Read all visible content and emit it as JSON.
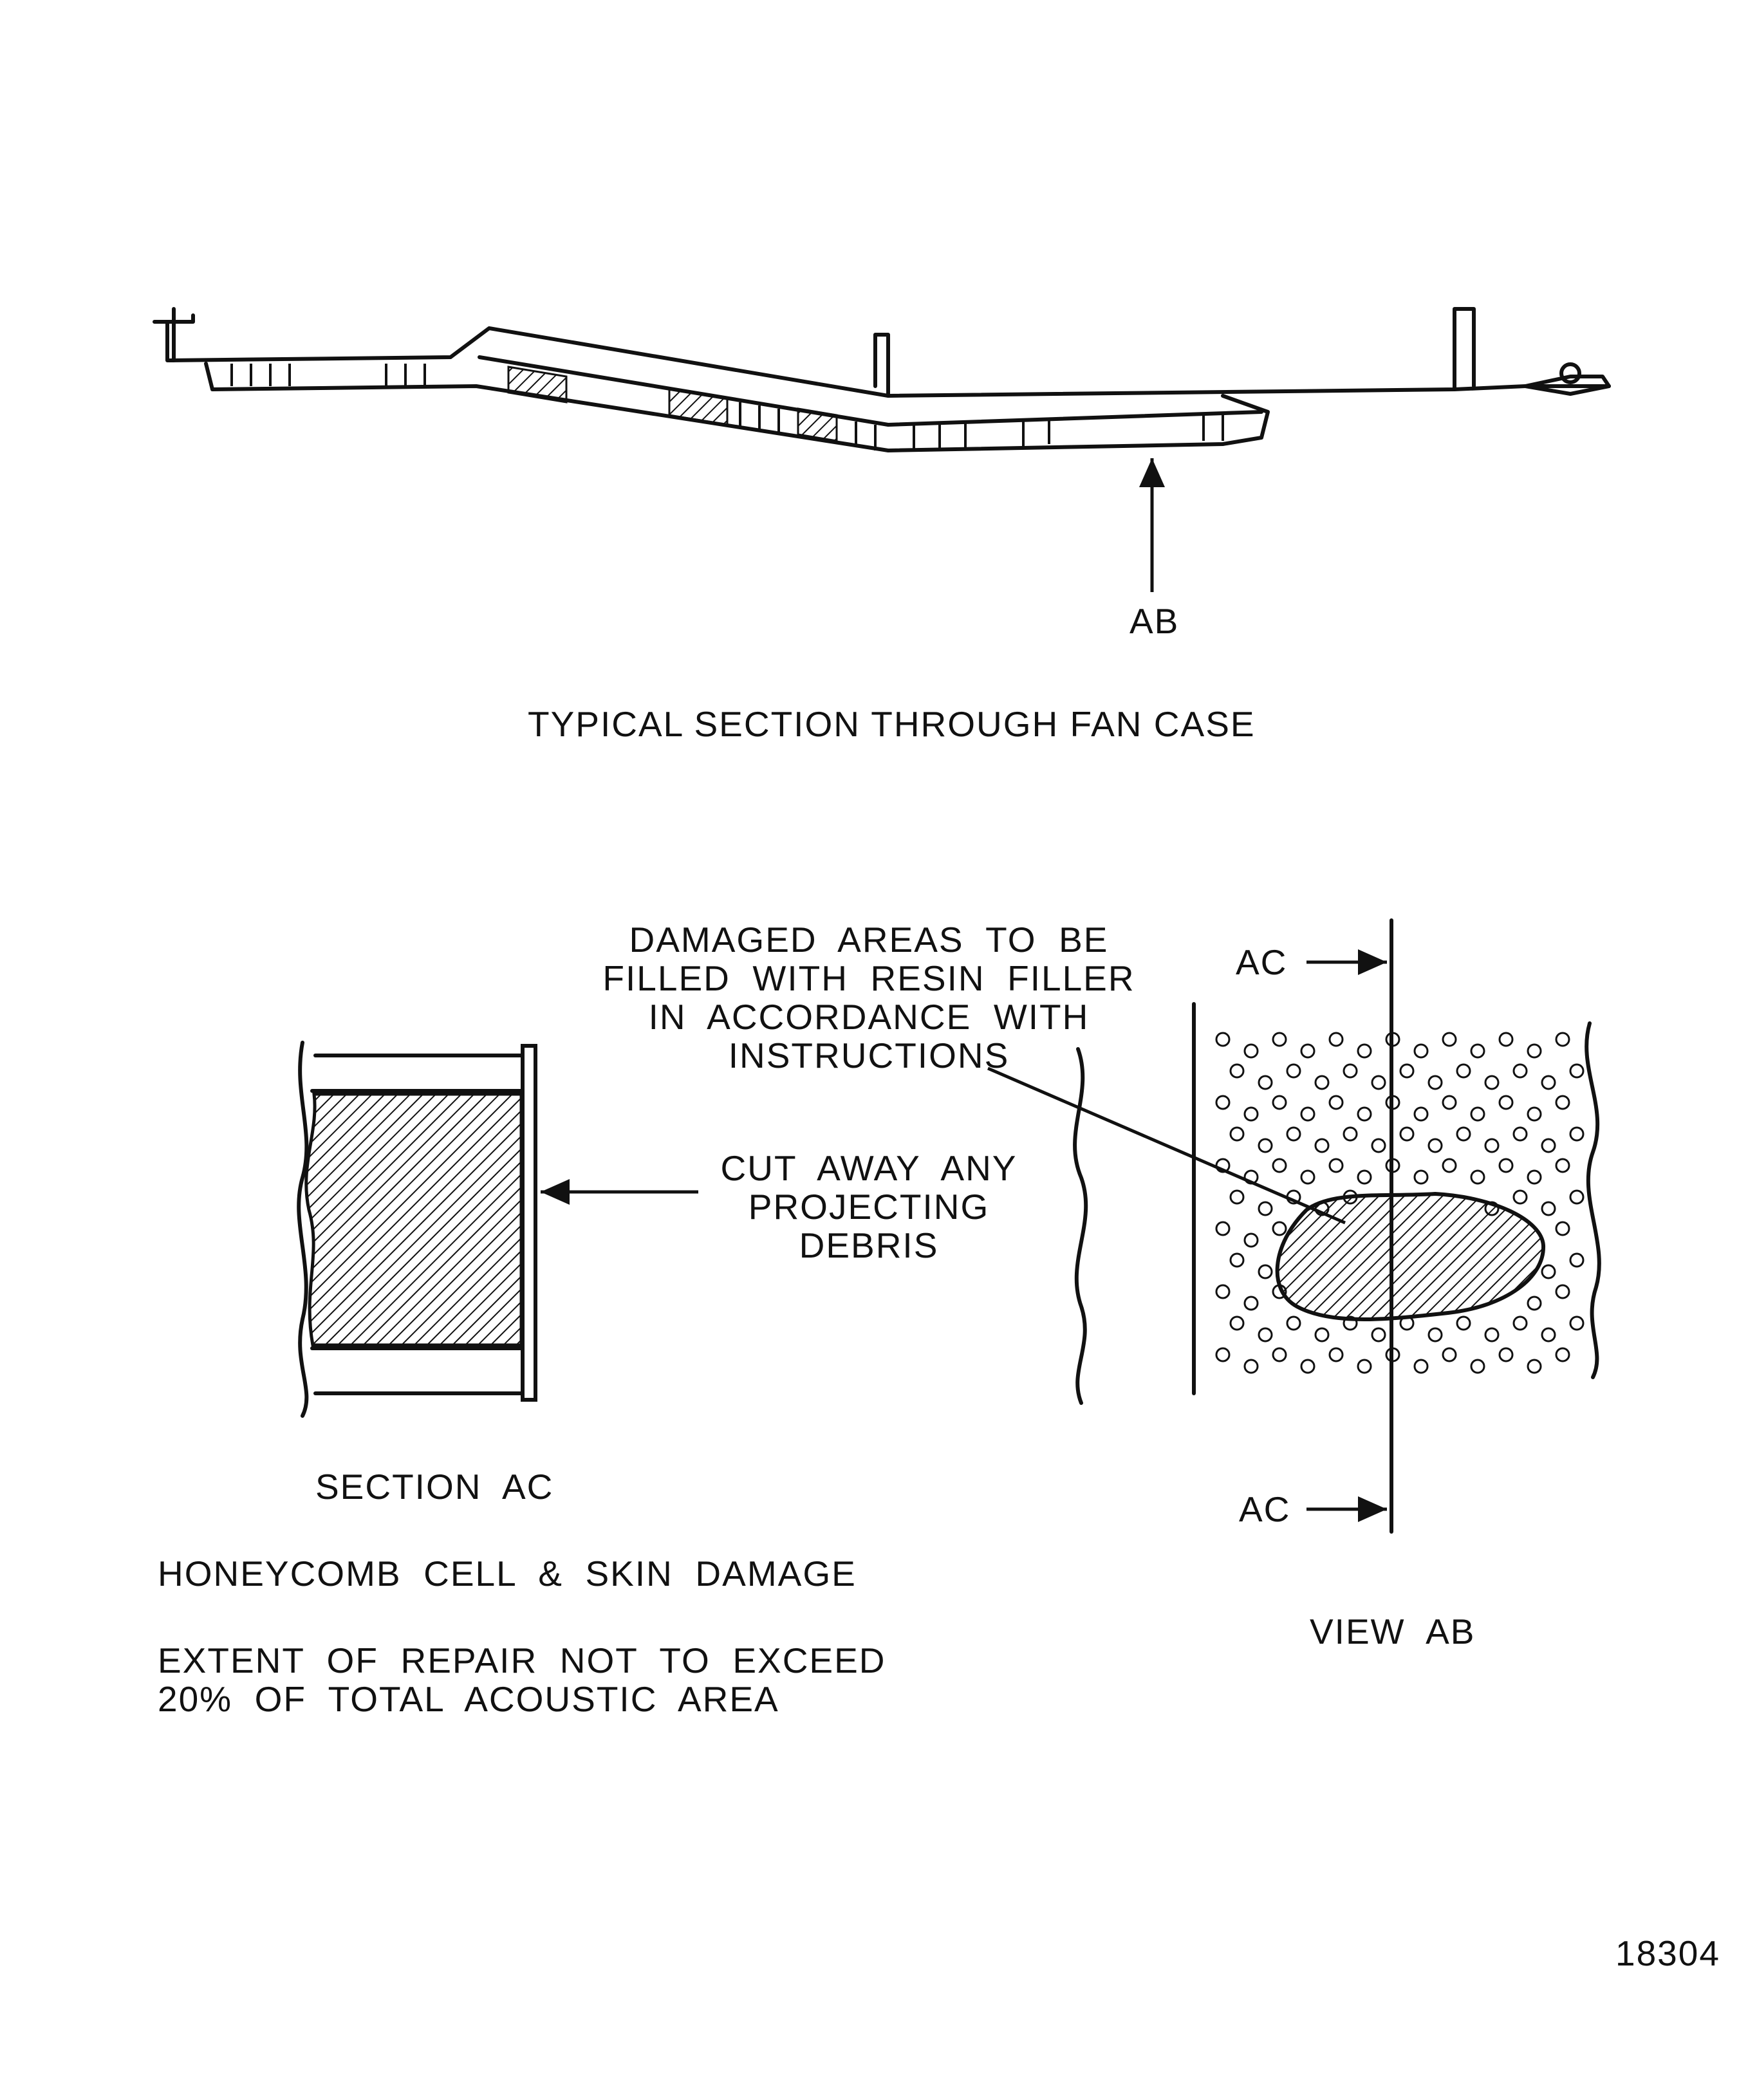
{
  "figure": {
    "callout_ab": "AB",
    "section_title": "TYPICAL SECTION THROUGH FAN CASE",
    "damage_note": [
      "DAMAGED  AREAS  TO  BE",
      "FILLED  WITH  RESIN  FILLER",
      "IN  ACCORDANCE  WITH",
      "INSTRUCTIONS"
    ],
    "cut_note": [
      "CUT  AWAY  ANY",
      "PROJECTING",
      "DEBRIS"
    ],
    "section_ac_label": "SECTION  AC",
    "damage_type": "HONEYCOMB  CELL  &  SKIN  DAMAGE",
    "extent_note": [
      "EXTENT  OF  REPAIR  NOT  TO  EXCEED",
      "20%  OF  TOTAL  ACOUSTIC  AREA"
    ],
    "ac_marker_top": "AC",
    "ac_marker_bottom": "AC",
    "view_label": "VIEW  AB",
    "figure_number": "18304"
  }
}
